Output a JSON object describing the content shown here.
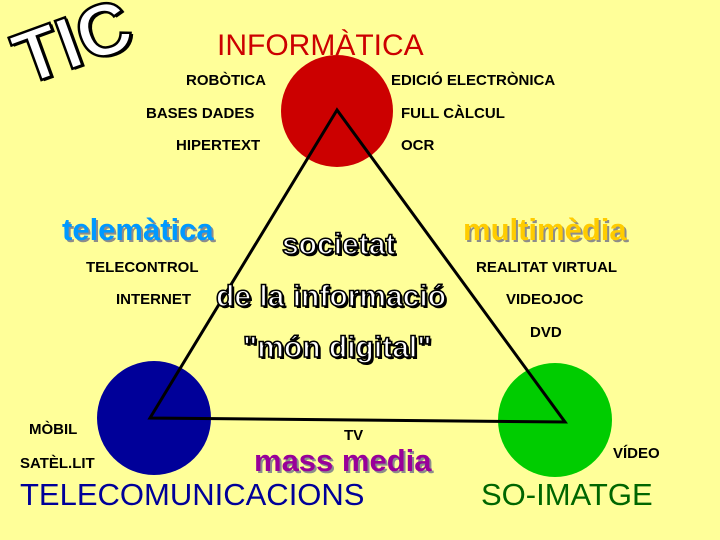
{
  "logo": "TIC",
  "title": "INFORMÀTICA",
  "informatica_items_left": [
    "ROBÒTICA",
    "BASES DADES",
    "HIPERTEXT"
  ],
  "informatica_items_right": [
    "EDICIÓ ELECTRÒNICA",
    "FULL CÀLCUL",
    "OCR"
  ],
  "telematica": {
    "title": "telemàtica",
    "items": [
      "TELECONTROL",
      "INTERNET"
    ]
  },
  "multimedia": {
    "title": "multimèdia",
    "items": [
      "REALITAT VIRTUAL",
      "VIDEOJOC",
      "DVD"
    ]
  },
  "center": [
    "societat",
    "de la informació",
    "\"món digital\""
  ],
  "telecom": {
    "title": "TELECOMUNICACIONS",
    "items": [
      "MÒBIL",
      "SATÈL.LIT"
    ]
  },
  "mass_media": {
    "title": "mass media",
    "item": "TV"
  },
  "so_imatge": {
    "title": "SO-IMATGE",
    "item": "VÍDEO"
  },
  "colors": {
    "background": "#FFFF99",
    "informatica_circle": "#CC0000",
    "telecom_circle": "#000099",
    "so_imatge_circle": "#00CC00",
    "title_red": "#CC0000",
    "telematica_blue": "#0099FF",
    "multimedia_orange": "#FFCC00",
    "mass_media_purple": "#990099",
    "telecom_blue": "#000099",
    "so_imatge_green": "#006600"
  }
}
